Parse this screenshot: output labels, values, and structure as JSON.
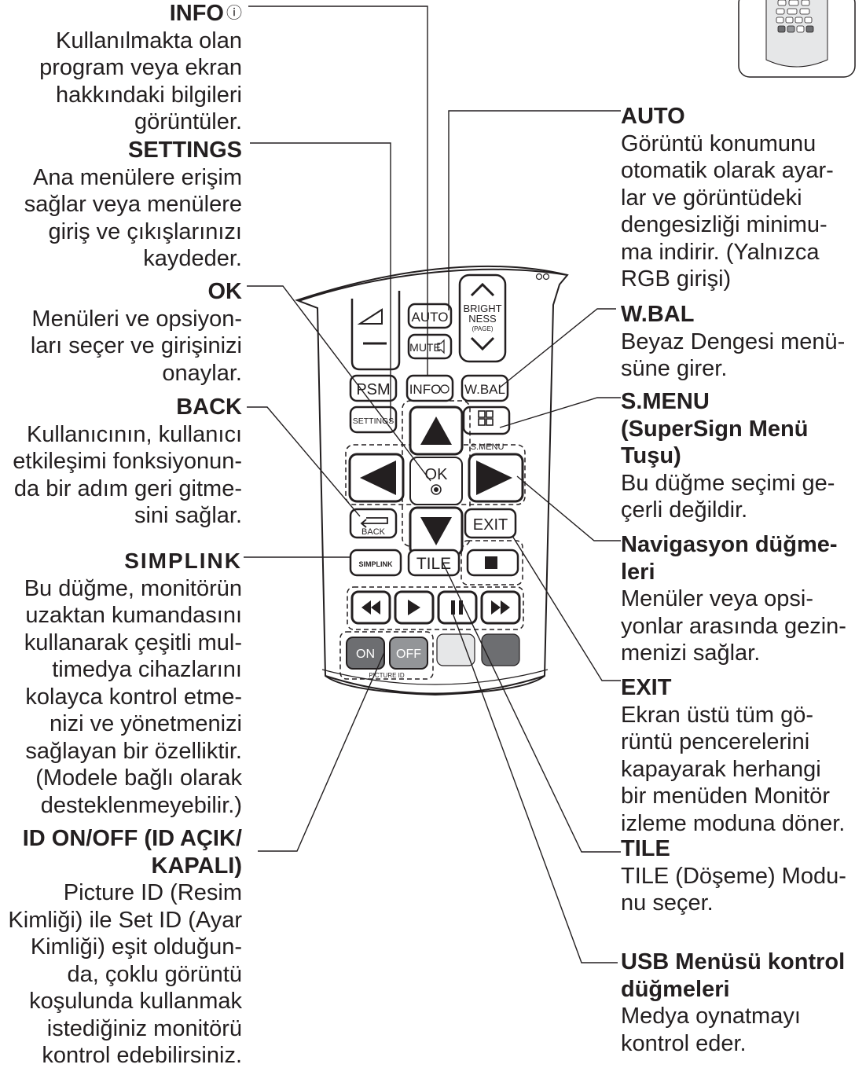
{
  "left": [
    {
      "id": "info",
      "title": "INFO",
      "icon": "ⓘ",
      "desc": [
        "Kullanılmakta olan",
        "program veya ekran",
        "hakkındaki bilgileri",
        "görüntüler."
      ]
    },
    {
      "id": "settings",
      "title": "SETTINGS",
      "desc": [
        "Ana menülere erişim",
        "sağlar veya menülere",
        "giriş ve çıkışlarınızı",
        "kaydeder."
      ]
    },
    {
      "id": "ok",
      "title": "OK",
      "desc": [
        "Menüleri ve opsiyon-",
        "ları seçer ve girişinizi",
        "onaylar."
      ]
    },
    {
      "id": "back",
      "title": "BACK",
      "desc": [
        "Kullanıcının, kullanıcı",
        "etkileşimi fonksiyonun-",
        "da bir adım geri gitme-",
        "sini sağlar."
      ]
    },
    {
      "id": "simplink",
      "title": "SIMPLINK",
      "desc": [
        "Bu düğme, monitörün",
        "uzaktan kumandasını",
        "kullanarak çeşitli mul-",
        "timedya cihazlarını",
        "kolayca kontrol etme-",
        "nizi ve yönetmenizi",
        "sağlayan bir özelliktir.",
        "(Modele bağlı olarak",
        "desteklenmeyebilir.)"
      ]
    },
    {
      "id": "id_onoff",
      "title": [
        "ID ON/OFF (ID AÇIK/",
        "KAPALI)"
      ],
      "desc": [
        "Picture ID (Resim",
        "Kimliği) ile Set ID (Ayar",
        "Kimliği) eşit olduğun-",
        "da, çoklu görüntü",
        "koşulunda kullanmak",
        "istediğiniz monitörü",
        "kontrol edebilirsiniz."
      ]
    }
  ],
  "right": [
    {
      "id": "auto",
      "title": "AUTO",
      "desc": [
        "Görüntü konumunu",
        "otomatik olarak ayar-",
        "lar ve görüntüdeki",
        "dengesizliği minimu-",
        "ma indirir. (Yalnızca",
        "RGB girişi)"
      ]
    },
    {
      "id": "wbal",
      "title": "W.BAL",
      "desc": [
        "Beyaz Dengesi menü-",
        "süne girer."
      ]
    },
    {
      "id": "smenu",
      "title": [
        "S.MENU",
        "(SuperSign Menü",
        "Tuşu)"
      ],
      "desc": [
        "Bu düğme seçimi ge-",
        "çerli değildir."
      ]
    },
    {
      "id": "nav",
      "title": [
        "Navigasyon düğme-",
        "leri"
      ],
      "desc": [
        "Menüler veya opsi-",
        "yonlar arasında gezin-",
        "menizi sağlar."
      ]
    },
    {
      "id": "exit",
      "title": "EXIT",
      "desc": [
        "Ekran üstü tüm gö-",
        "rüntü pencerelerini",
        "kapayarak herhangi",
        "bir menüden Monitör",
        "izleme moduna döner."
      ]
    },
    {
      "id": "tile",
      "title": "TILE",
      "desc": [
        "TILE (Döşeme) Modu-",
        "nu seçer."
      ]
    },
    {
      "id": "usb",
      "title": [
        "USB Menüsü kontrol",
        "düğmeleri"
      ],
      "desc": [
        "Medya oynatmayı",
        "kontrol eder."
      ]
    }
  ],
  "remote_buttons": {
    "auto": "AUTO",
    "mute": "MUTE",
    "bright": "BRIGHT",
    "ness": "NESS",
    "page": "(PAGE)",
    "psm": "PSM",
    "info": "INFO",
    "wbal": "W.BAL",
    "settings": "SETTINGS",
    "smenu": "S.MENU",
    "ok": "OK",
    "back": "BACK",
    "exit": "EXIT",
    "simplink": "SIMPLINK",
    "tile": "TILE",
    "on": "ON",
    "off": "OFF",
    "picture_id": "PICTURE ID"
  },
  "colors": {
    "ink": "#231f20",
    "dark_button": "#6d6e71",
    "gray_button": "#939598",
    "light_button": "#e6e7e8"
  }
}
